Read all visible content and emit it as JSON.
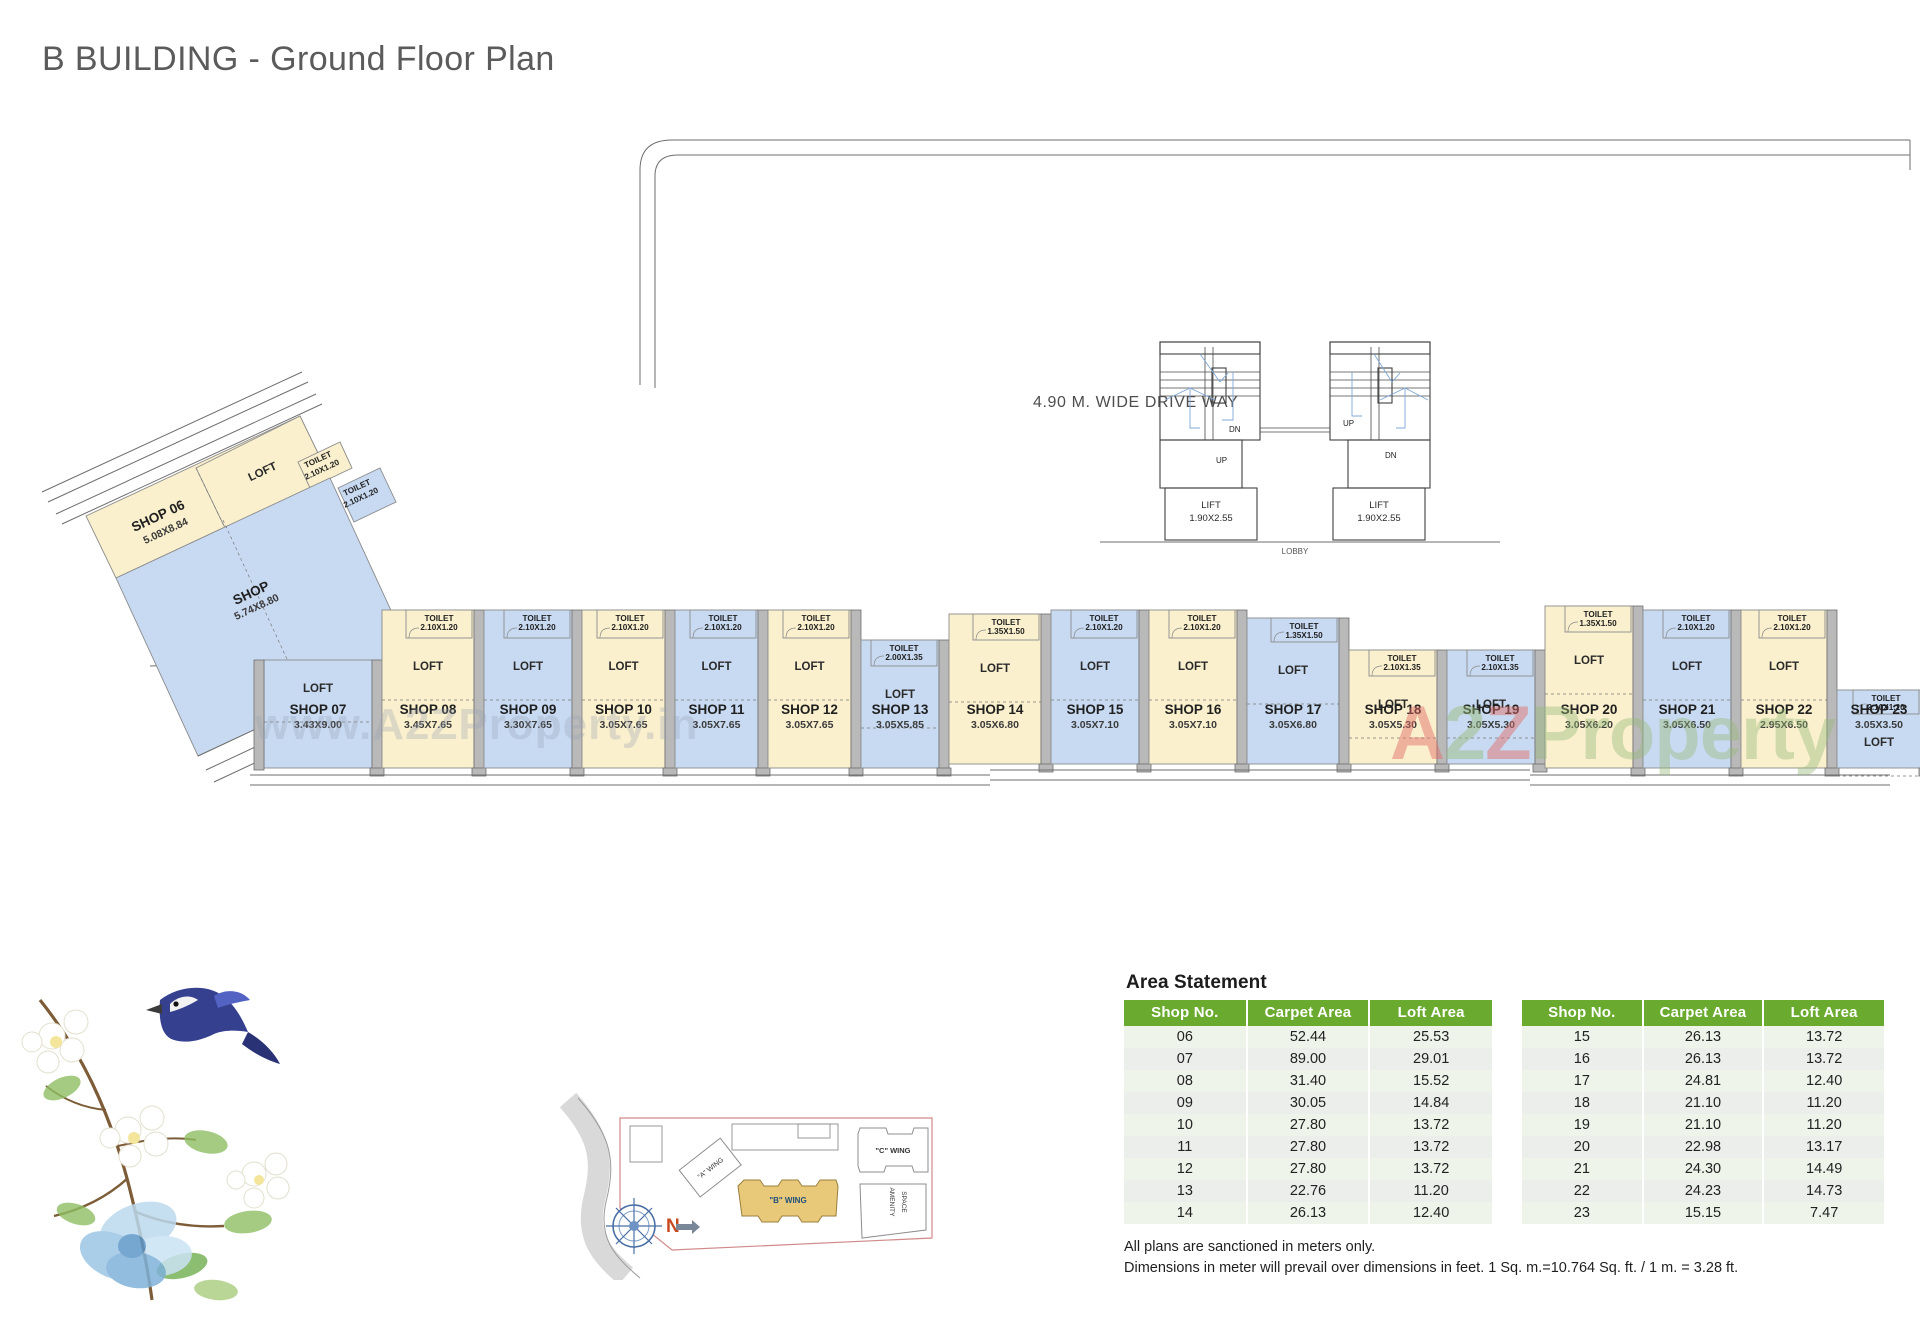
{
  "page": {
    "title": "B BUILDING - Ground Floor Plan"
  },
  "watermark": {
    "url_text": "www.A2ZProperty.in",
    "logo_a": "A",
    "logo_2": "2",
    "logo_z": "Z",
    "logo_property": "Property"
  },
  "plan": {
    "driveway_label": "4.90 M. WIDE DRIVE WAY",
    "lobby_label": "LOBBY",
    "loft_label": "LOFT",
    "lifts": [
      {
        "name": "LIFT",
        "size": "1.90X2.55"
      },
      {
        "name": "LIFT",
        "size": "1.90X2.55"
      }
    ],
    "stairs": [
      {
        "up": "UP",
        "dn": "DN"
      },
      {
        "up": "UP",
        "dn": "DN"
      }
    ],
    "angled_shops": [
      {
        "id": "shop-06",
        "name": "SHOP 06",
        "size": "5.08X8.84",
        "fill": "cream",
        "loft": "LOFT",
        "toilets": [
          {
            "name": "TOILET",
            "size": "2.10X1.20"
          }
        ]
      },
      {
        "id": "shop-07-angled",
        "name": "SHOP",
        "size": "5.74X8.80",
        "fill": "blue",
        "loft": "LOFT",
        "toilets": [
          {
            "name": "TOILET",
            "size": "2.10X1.20"
          }
        ]
      }
    ],
    "shops": [
      {
        "name": "SHOP 07",
        "size": "3.43X9.00",
        "fill": "blue",
        "loft": "LOFT",
        "toilet": null
      },
      {
        "name": "SHOP 08",
        "size": "3.45X7.65",
        "fill": "cream",
        "loft": "LOFT",
        "toilet": {
          "name": "TOILET",
          "size": "2.10X1.20"
        }
      },
      {
        "name": "SHOP 09",
        "size": "3.30X7.65",
        "fill": "blue",
        "loft": "LOFT",
        "toilet": {
          "name": "TOILET",
          "size": "2.10X1.20"
        }
      },
      {
        "name": "SHOP 10",
        "size": "3.05X7.65",
        "fill": "cream",
        "loft": "LOFT",
        "toilet": {
          "name": "TOILET",
          "size": "2.10X1.20"
        }
      },
      {
        "name": "SHOP 11",
        "size": "3.05X7.65",
        "fill": "blue",
        "loft": "LOFT",
        "toilet": {
          "name": "TOILET",
          "size": "2.10X1.20"
        }
      },
      {
        "name": "SHOP 12",
        "size": "3.05X7.65",
        "fill": "cream",
        "loft": "LOFT",
        "toilet": {
          "name": "TOILET",
          "size": "2.10X1.20"
        }
      },
      {
        "name": "SHOP 13",
        "size": "3.05X5.85",
        "fill": "blue",
        "loft": "LOFT",
        "toilet": {
          "name": "TOILET",
          "size": "2.00X1.35"
        }
      },
      {
        "name": "SHOP 14",
        "size": "3.05X6.80",
        "fill": "cream",
        "loft": "LOFT",
        "toilet": {
          "name": "TOILET",
          "size": "1.35X1.50"
        }
      },
      {
        "name": "SHOP 15",
        "size": "3.05X7.10",
        "fill": "blue",
        "loft": "LOFT",
        "toilet": {
          "name": "TOILET",
          "size": "2.10X1.20"
        }
      },
      {
        "name": "SHOP 16",
        "size": "3.05X7.10",
        "fill": "cream",
        "loft": "LOFT",
        "toilet": {
          "name": "TOILET",
          "size": "2.10X1.20"
        }
      },
      {
        "name": "SHOP 17",
        "size": "3.05X6.80",
        "fill": "blue",
        "loft": "LOFT",
        "toilet": {
          "name": "TOILET",
          "size": "1.35X1.50"
        }
      },
      {
        "name": "SHOP 18",
        "size": "3.05X5.30",
        "fill": "cream",
        "loft": "LOFT",
        "toilet": {
          "name": "TOILET",
          "size": "2.10X1.35"
        }
      },
      {
        "name": "SHOP 19",
        "size": "3.05X5.30",
        "fill": "blue",
        "loft": "LOFT",
        "toilet": {
          "name": "TOILET",
          "size": "2.10X1.35"
        }
      },
      {
        "name": "SHOP 20",
        "size": "3.05X6.20",
        "fill": "cream",
        "loft": "LOFT",
        "toilet": {
          "name": "TOILET",
          "size": "1.35X1.50"
        }
      },
      {
        "name": "SHOP 21",
        "size": "3.05X6.50",
        "fill": "blue",
        "loft": "LOFT",
        "toilet": {
          "name": "TOILET",
          "size": "2.10X1.20"
        }
      },
      {
        "name": "SHOP 22",
        "size": "2.95X6.50",
        "fill": "cream",
        "loft": "LOFT",
        "toilet": {
          "name": "TOILET",
          "size": "2.10X1.20"
        }
      },
      {
        "name": "SHOP 23",
        "size": "3.05X3.50",
        "fill": "blue",
        "loft": "LOFT",
        "toilet": {
          "name": "TOILET",
          "size": "2.10X1.20"
        }
      }
    ]
  },
  "area_statement": {
    "title": "Area Statement",
    "headers": [
      "Shop No.",
      "Carpet Area",
      "Loft Area"
    ],
    "left_rows": [
      [
        "06",
        "52.44",
        "25.53"
      ],
      [
        "07",
        "89.00",
        "29.01"
      ],
      [
        "08",
        "31.40",
        "15.52"
      ],
      [
        "09",
        "30.05",
        "14.84"
      ],
      [
        "10",
        "27.80",
        "13.72"
      ],
      [
        "11",
        "27.80",
        "13.72"
      ],
      [
        "12",
        "27.80",
        "13.72"
      ],
      [
        "13",
        "22.76",
        "11.20"
      ],
      [
        "14",
        "26.13",
        "12.40"
      ]
    ],
    "right_rows": [
      [
        "15",
        "26.13",
        "13.72"
      ],
      [
        "16",
        "26.13",
        "13.72"
      ],
      [
        "17",
        "24.81",
        "12.40"
      ],
      [
        "18",
        "21.10",
        "11.20"
      ],
      [
        "19",
        "21.10",
        "11.20"
      ],
      [
        "20",
        "22.98",
        "13.17"
      ],
      [
        "21",
        "24.30",
        "14.49"
      ],
      [
        "22",
        "24.23",
        "14.73"
      ],
      [
        "23",
        "15.15",
        "7.47"
      ]
    ],
    "note_line1": "All plans are sanctioned in meters only.",
    "note_line2": "Dimensions in meter will prevail over dimensions in feet. 1 Sq. m.=10.764 Sq. ft. / 1 m. = 3.28 ft."
  },
  "key_plan": {
    "a_wing": "\"A\" WING",
    "b_wing": "\"B\" WING",
    "c_wing": "\"C\" WING",
    "amenity": "AMENITY SPACE",
    "amenity_line1": "AMENITY",
    "amenity_line2": "SPACE",
    "north_label": "N"
  },
  "colors": {
    "header_green": "#6aab2f",
    "shop_cream": "#faf0cd",
    "shop_blue": "#c8daf2",
    "wall_gray": "#b4b4b4",
    "title_gray": "#5b5b5b",
    "highlight_b_wing": "#e8c97a"
  }
}
